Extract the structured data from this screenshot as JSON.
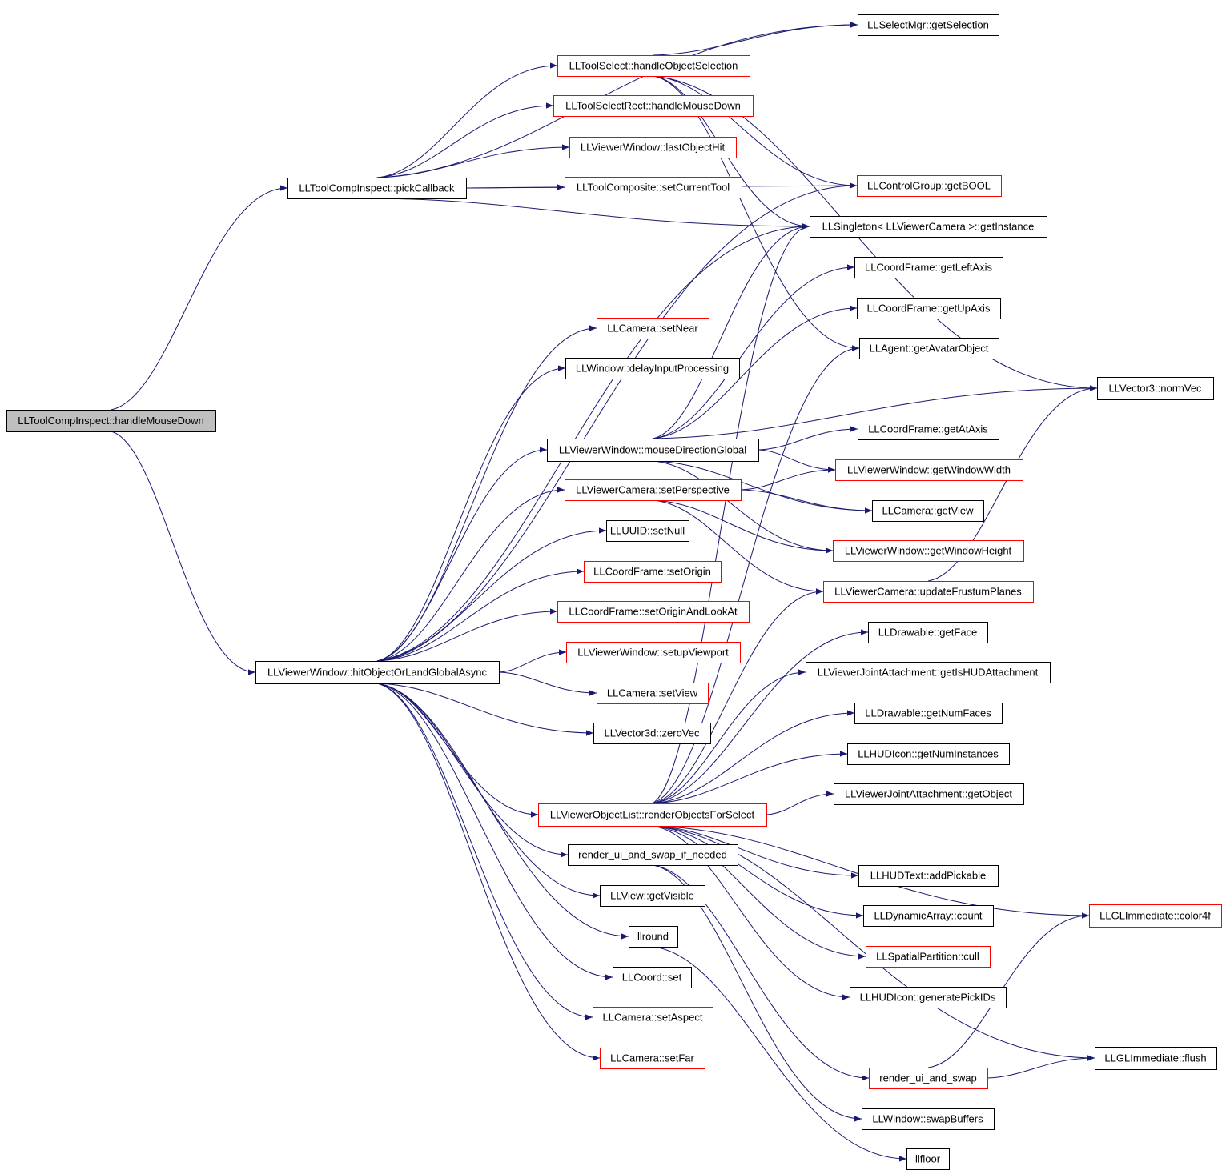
{
  "colors": {
    "edge": "#191970",
    "border_plain": "#000000",
    "border_truncated": "#ff0000",
    "root_fill": "#bfbfbf",
    "node_fill": "#ffffff"
  },
  "nodes": [
    {
      "id": "root",
      "label": "LLToolCompInspect::handleMouseDown",
      "style": "root"
    },
    {
      "id": "pickCallback",
      "label": "LLToolCompInspect::pickCallback",
      "style": "plain"
    },
    {
      "id": "hitObj",
      "label": "LLViewerWindow::hitObjectOrLandGlobalAsync",
      "style": "plain"
    },
    {
      "id": "getSelection",
      "label": "LLSelectMgr::getSelection",
      "style": "plain"
    },
    {
      "id": "handleObjSel",
      "label": "LLToolSelect::handleObjectSelection",
      "style": "red"
    },
    {
      "id": "selRectMD",
      "label": "LLToolSelectRect::handleMouseDown",
      "style": "red"
    },
    {
      "id": "lastObjHit",
      "label": "LLViewerWindow::lastObjectHit",
      "style": "red"
    },
    {
      "id": "setCurTool",
      "label": "LLToolComposite::setCurrentTool",
      "style": "red"
    },
    {
      "id": "getBOOL",
      "label": "LLControlGroup::getBOOL",
      "style": "red"
    },
    {
      "id": "getInstance",
      "label": "LLSingleton< LLViewerCamera >::getInstance",
      "style": "plain"
    },
    {
      "id": "getLeftAxis",
      "label": "LLCoordFrame::getLeftAxis",
      "style": "plain"
    },
    {
      "id": "getUpAxis",
      "label": "LLCoordFrame::getUpAxis",
      "style": "plain"
    },
    {
      "id": "getAvatar",
      "label": "LLAgent::getAvatarObject",
      "style": "plain"
    },
    {
      "id": "normVec",
      "label": "LLVector3::normVec",
      "style": "plain"
    },
    {
      "id": "setNear",
      "label": "LLCamera::setNear",
      "style": "red"
    },
    {
      "id": "delayInput",
      "label": "LLWindow::delayInputProcessing",
      "style": "plain"
    },
    {
      "id": "getAtAxis",
      "label": "LLCoordFrame::getAtAxis",
      "style": "plain"
    },
    {
      "id": "mouseDir",
      "label": "LLViewerWindow::mouseDirectionGlobal",
      "style": "plain"
    },
    {
      "id": "getWinW",
      "label": "LLViewerWindow::getWindowWidth",
      "style": "red"
    },
    {
      "id": "setPersp",
      "label": "LLViewerCamera::setPerspective",
      "style": "red"
    },
    {
      "id": "getView",
      "label": "LLCamera::getView",
      "style": "plain"
    },
    {
      "id": "setNull",
      "label": "LLUUID::setNull",
      "style": "plain"
    },
    {
      "id": "getWinH",
      "label": "LLViewerWindow::getWindowHeight",
      "style": "red"
    },
    {
      "id": "setOrigin",
      "label": "LLCoordFrame::setOrigin",
      "style": "red"
    },
    {
      "id": "updFrustum",
      "label": "LLViewerCamera::updateFrustumPlanes",
      "style": "red"
    },
    {
      "id": "setOriginLook",
      "label": "LLCoordFrame::setOriginAndLookAt",
      "style": "red"
    },
    {
      "id": "getFace",
      "label": "LLDrawable::getFace",
      "style": "plain"
    },
    {
      "id": "setupVP",
      "label": "LLViewerWindow::setupViewport",
      "style": "red"
    },
    {
      "id": "isHUD",
      "label": "LLViewerJointAttachment::getIsHUDAttachment",
      "style": "plain"
    },
    {
      "id": "setView",
      "label": "LLCamera::setView",
      "style": "red"
    },
    {
      "id": "getNumFaces",
      "label": "LLDrawable::getNumFaces",
      "style": "plain"
    },
    {
      "id": "zeroVec",
      "label": "LLVector3d::zeroVec",
      "style": "plain"
    },
    {
      "id": "getNumInst",
      "label": "LLHUDIcon::getNumInstances",
      "style": "plain"
    },
    {
      "id": "getObject",
      "label": "LLViewerJointAttachment::getObject",
      "style": "plain"
    },
    {
      "id": "renderSel",
      "label": "LLViewerObjectList::renderObjectsForSelect",
      "style": "red"
    },
    {
      "id": "renderUIIf",
      "label": "render_ui_and_swap_if_needed",
      "style": "plain"
    },
    {
      "id": "addPickable",
      "label": "LLHUDText::addPickable",
      "style": "plain"
    },
    {
      "id": "getVisible",
      "label": "LLView::getVisible",
      "style": "plain"
    },
    {
      "id": "count",
      "label": "LLDynamicArray::count",
      "style": "plain"
    },
    {
      "id": "color4f",
      "label": "LLGLImmediate::color4f",
      "style": "red"
    },
    {
      "id": "llround",
      "label": "llround",
      "style": "plain"
    },
    {
      "id": "cull",
      "label": "LLSpatialPartition::cull",
      "style": "red"
    },
    {
      "id": "coordSet",
      "label": "LLCoord::set",
      "style": "plain"
    },
    {
      "id": "genPick",
      "label": "LLHUDIcon::generatePickIDs",
      "style": "plain"
    },
    {
      "id": "setAspect",
      "label": "LLCamera::setAspect",
      "style": "red"
    },
    {
      "id": "setFar",
      "label": "LLCamera::setFar",
      "style": "red"
    },
    {
      "id": "flush",
      "label": "LLGLImmediate::flush",
      "style": "plain"
    },
    {
      "id": "renderUI",
      "label": "render_ui_and_swap",
      "style": "red"
    },
    {
      "id": "swapBuf",
      "label": "LLWindow::swapBuffers",
      "style": "plain"
    },
    {
      "id": "llfloor",
      "label": "llfloor",
      "style": "plain"
    }
  ],
  "edges": [
    [
      "root",
      "pickCallback"
    ],
    [
      "root",
      "hitObj"
    ],
    [
      "pickCallback",
      "getSelection"
    ],
    [
      "pickCallback",
      "handleObjSel"
    ],
    [
      "pickCallback",
      "selRectMD"
    ],
    [
      "pickCallback",
      "lastObjHit"
    ],
    [
      "pickCallback",
      "setCurTool"
    ],
    [
      "pickCallback",
      "getBOOL"
    ],
    [
      "pickCallback",
      "getInstance"
    ],
    [
      "handleObjSel",
      "getSelection"
    ],
    [
      "handleObjSel",
      "getBOOL"
    ],
    [
      "handleObjSel",
      "getInstance"
    ],
    [
      "handleObjSel",
      "getAvatar"
    ],
    [
      "handleObjSel",
      "normVec"
    ],
    [
      "hitObj",
      "setNear"
    ],
    [
      "hitObj",
      "delayInput"
    ],
    [
      "hitObj",
      "mouseDir"
    ],
    [
      "hitObj",
      "setPersp"
    ],
    [
      "hitObj",
      "setNull"
    ],
    [
      "hitObj",
      "setOrigin"
    ],
    [
      "hitObj",
      "setOriginLook"
    ],
    [
      "hitObj",
      "setupVP"
    ],
    [
      "hitObj",
      "setView"
    ],
    [
      "hitObj",
      "zeroVec"
    ],
    [
      "hitObj",
      "renderSel"
    ],
    [
      "hitObj",
      "renderUIIf"
    ],
    [
      "hitObj",
      "getVisible"
    ],
    [
      "hitObj",
      "llround"
    ],
    [
      "hitObj",
      "coordSet"
    ],
    [
      "hitObj",
      "setAspect"
    ],
    [
      "hitObj",
      "setFar"
    ],
    [
      "hitObj",
      "getInstance"
    ],
    [
      "hitObj",
      "getBOOL"
    ],
    [
      "mouseDir",
      "getInstance"
    ],
    [
      "mouseDir",
      "getLeftAxis"
    ],
    [
      "mouseDir",
      "getUpAxis"
    ],
    [
      "mouseDir",
      "normVec"
    ],
    [
      "mouseDir",
      "getAtAxis"
    ],
    [
      "mouseDir",
      "getWinW"
    ],
    [
      "mouseDir",
      "getView"
    ],
    [
      "mouseDir",
      "getWinH"
    ],
    [
      "setPersp",
      "getWinW"
    ],
    [
      "setPersp",
      "getView"
    ],
    [
      "setPersp",
      "getWinH"
    ],
    [
      "setPersp",
      "updFrustum"
    ],
    [
      "updFrustum",
      "normVec"
    ],
    [
      "renderSel",
      "getInstance"
    ],
    [
      "renderSel",
      "getAvatar"
    ],
    [
      "renderSel",
      "updFrustum"
    ],
    [
      "renderSel",
      "getFace"
    ],
    [
      "renderSel",
      "isHUD"
    ],
    [
      "renderSel",
      "getNumFaces"
    ],
    [
      "renderSel",
      "getNumInst"
    ],
    [
      "renderSel",
      "getObject"
    ],
    [
      "renderSel",
      "color4f"
    ],
    [
      "renderSel",
      "addPickable"
    ],
    [
      "renderSel",
      "count"
    ],
    [
      "renderSel",
      "cull"
    ],
    [
      "renderSel",
      "genPick"
    ],
    [
      "renderSel",
      "flush"
    ],
    [
      "renderUIIf",
      "renderUI"
    ],
    [
      "renderUIIf",
      "swapBuf"
    ],
    [
      "renderUI",
      "flush"
    ],
    [
      "renderUI",
      "color4f"
    ],
    [
      "llround",
      "llfloor"
    ]
  ]
}
